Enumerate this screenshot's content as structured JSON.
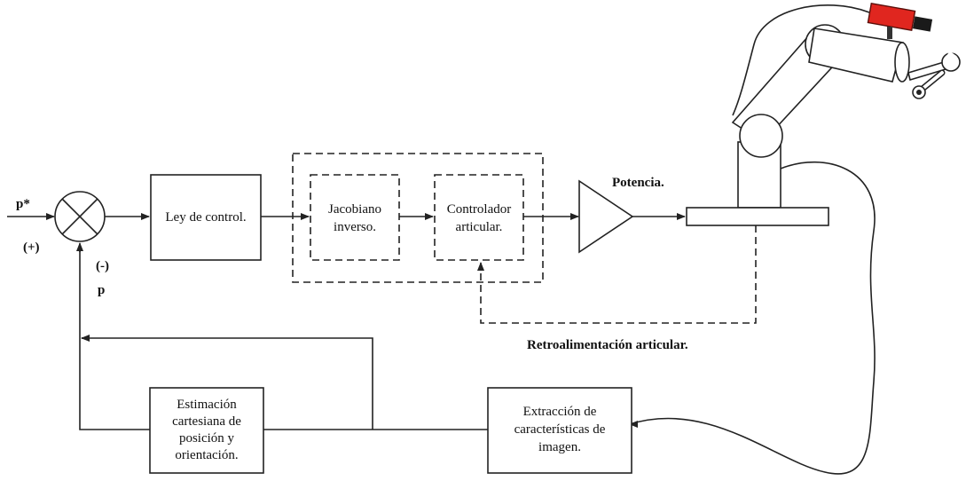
{
  "inputs": {
    "reference": "p*",
    "plus_sign": "(+)",
    "minus_sign": "(-)",
    "feedback": "p"
  },
  "blocks": {
    "control_law": [
      "Ley de control."
    ],
    "inverse_jacobian": [
      "Jacobiano",
      "inverso."
    ],
    "joint_controller": [
      "Controlador",
      "articular."
    ],
    "pose_estimation": [
      "Estimación",
      "cartesiana  de",
      "posición y",
      "orientación."
    ],
    "feature_extraction": [
      "Extracción de",
      "características de",
      "imagen."
    ]
  },
  "labels": {
    "power": "Potencia.",
    "joint_feedback": "Retroalimentación articular."
  },
  "colors": {
    "camera": "#e0261f",
    "camera_dark": "#5a0f0a",
    "line": "#222222"
  }
}
